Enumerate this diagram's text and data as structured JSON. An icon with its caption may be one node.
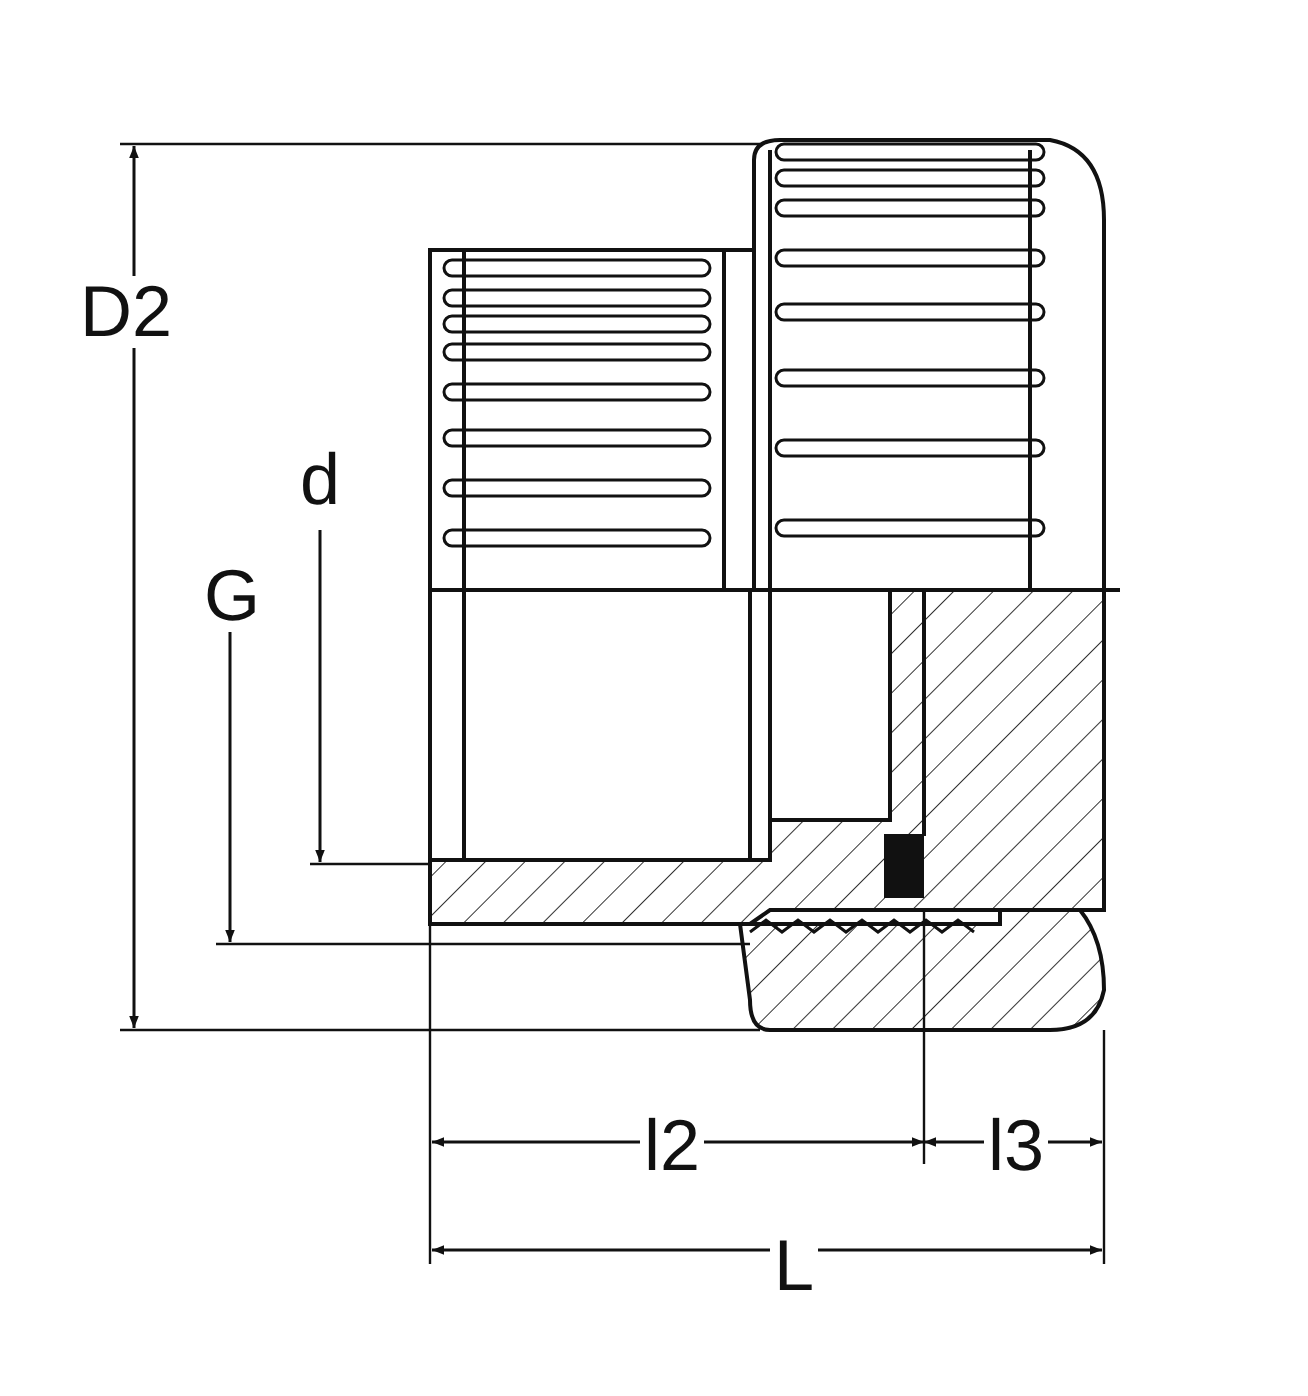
{
  "diagram": {
    "labels": [
      "D2",
      "d",
      "G",
      "l2",
      "l3",
      "L"
    ]
  }
}
